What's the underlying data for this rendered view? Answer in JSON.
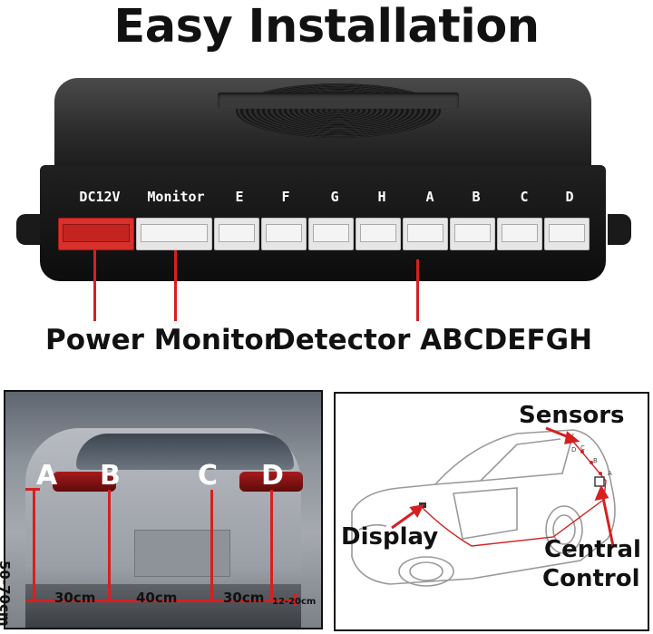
{
  "title": "Easy Installation",
  "control_box": {
    "ports": [
      {
        "label": "DC12V",
        "type": "power"
      },
      {
        "label": "Monitor",
        "type": "monitor"
      },
      {
        "label": "E",
        "type": "sensor"
      },
      {
        "label": "F",
        "type": "sensor"
      },
      {
        "label": "G",
        "type": "sensor"
      },
      {
        "label": "H",
        "type": "sensor"
      },
      {
        "label": "A",
        "type": "sensor"
      },
      {
        "label": "B",
        "type": "sensor"
      },
      {
        "label": "C",
        "type": "sensor"
      },
      {
        "label": "D",
        "type": "sensor"
      }
    ],
    "caption_power_monitor": "Power Monitor",
    "caption_detector": "Detector ABCDEFGH"
  },
  "photo": {
    "sensor_letters": [
      "A",
      "B",
      "C",
      "D"
    ],
    "height_label": "50-70cm",
    "spacing_labels": [
      "30cm",
      "40cm",
      "30cm"
    ],
    "side_gap_label": "12-20cm"
  },
  "diagram": {
    "sensors_label": "Sensors",
    "display_label": "Display",
    "central_label": "Central",
    "control_label": "Control",
    "mini_letters": [
      "D",
      "C",
      "B",
      "A"
    ]
  },
  "colors": {
    "accent_red": "#d62020",
    "power_port": "#d8302c",
    "box_body": "#1b1b1b"
  }
}
